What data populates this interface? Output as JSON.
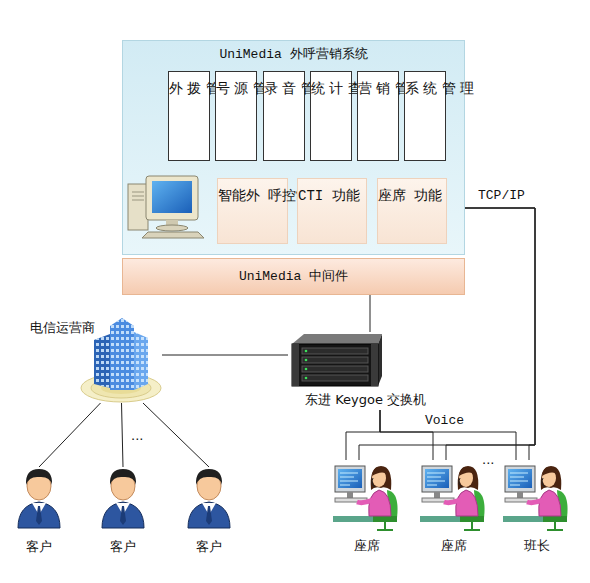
{
  "diagram": {
    "nodes": [
      {
        "text": [
          "UniMedia 外呼营销系统"
        ]
      },
      {
        "text": [
          "外 拨 管 理"
        ],
        "in": 0
      },
      {
        "text": [
          "号 源 管 理"
        ],
        "in": 0
      },
      {
        "text": [
          "录 音 管 理"
        ],
        "in": 0
      },
      {
        "text": [
          "统 计 查 询"
        ],
        "in": 0
      },
      {
        "text": [
          "营 销 管 理"
        ],
        "in": 0
      },
      {
        "text": [
          "系 统 管 理"
        ],
        "in": 0
      },
      {
        "text": [
          "智能外 呼控制"
        ],
        "in": 0
      },
      {
        "text": [
          "CTI 功能"
        ],
        "in": 0
      },
      {
        "text": [
          "座席 功能"
        ],
        "in": 0
      },
      {
        "text": [
          "UniMedia 中间件"
        ]
      },
      {
        "text": [
          "电信运营商"
        ]
      },
      {
        "text": [
          "东进 Keygoe 交换机"
        ]
      },
      {
        "text": [
          "客户"
        ]
      },
      {
        "text": [
          "客户"
        ]
      },
      {
        "text": [
          "客户"
        ]
      },
      {
        "text": [
          "座席"
        ]
      },
      {
        "text": [
          "座席"
        ]
      },
      {
        "text": [
          "班长"
        ]
      }
    ],
    "edges": [
      {
        "from": 11,
        "to": 12,
        "arrow": "none"
      },
      {
        "from": 11,
        "to": 13,
        "arrow": "none"
      },
      {
        "from": 11,
        "to": 14,
        "arrow": "none"
      },
      {
        "from": 11,
        "to": 15,
        "arrow": "none"
      },
      {
        "from": 10,
        "to": 12,
        "arrow": "none"
      },
      {
        "from": 12,
        "to": 16,
        "arrow": "none"
      },
      {
        "from": 12,
        "to": 17,
        "arrow": "none"
      },
      {
        "from": 12,
        "to": 18,
        "arrow": "none"
      },
      {
        "from": 0,
        "to": 16,
        "arrow": "none"
      },
      {
        "from": 0,
        "to": 17,
        "arrow": "none"
      },
      {
        "from": 0,
        "to": 18,
        "arrow": "none"
      }
    ],
    "labels": [
      "...",
      "...",
      "Voice",
      "TCP/IP"
    ]
  }
}
